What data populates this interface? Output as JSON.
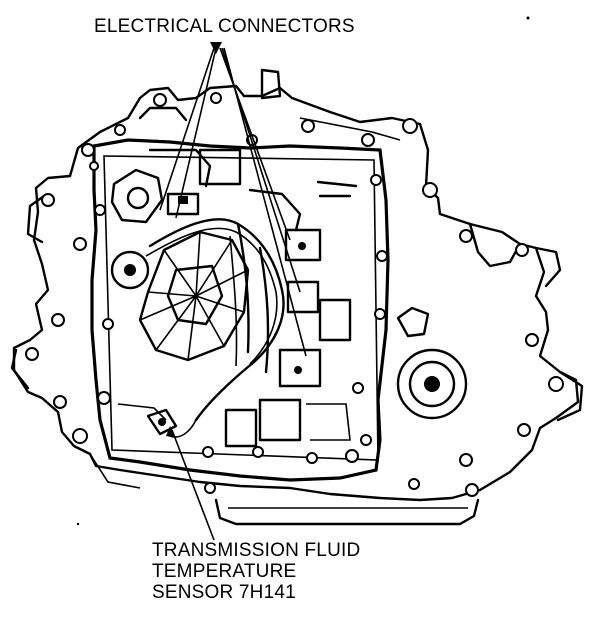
{
  "labels": {
    "electrical_connectors": "ELECTRICAL CONNECTORS",
    "sensor_line1": "TRANSMISSION FLUID",
    "sensor_line2": "TEMPERATURE",
    "sensor_line3": "SENSOR 7H141"
  }
}
